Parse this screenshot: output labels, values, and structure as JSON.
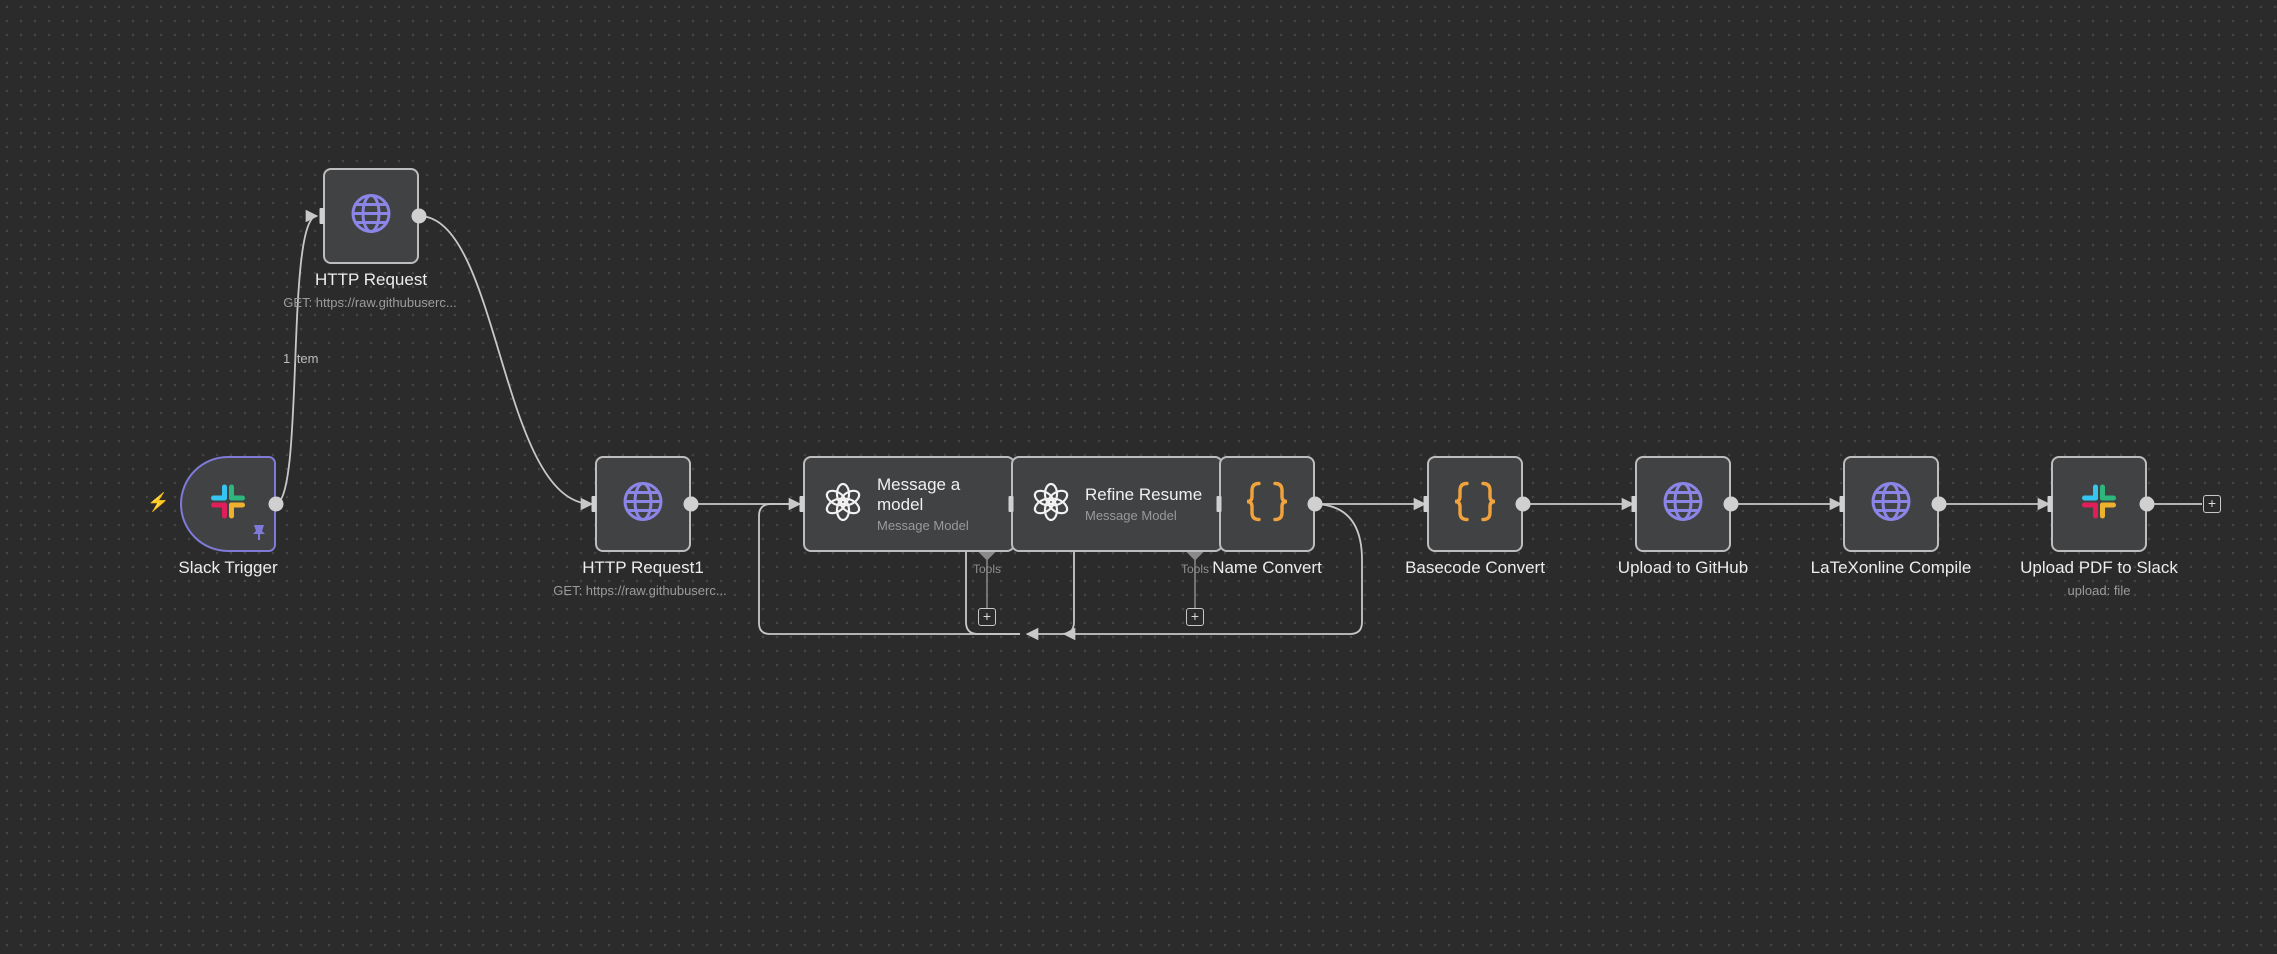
{
  "nodes": {
    "slack_trigger": {
      "name": "Slack Trigger"
    },
    "http_request": {
      "name": "HTTP Request",
      "subtitle": "GET: https://raw.githubuserc..."
    },
    "http_request1": {
      "name": "HTTP Request1",
      "subtitle": "GET: https://raw.githubuserc..."
    },
    "message_model": {
      "name": "Message a\nmodel",
      "subtitle": "Message Model",
      "tools_label": "Tools"
    },
    "refine_resume": {
      "name": "Refine Resume",
      "subtitle": "Message Model",
      "tools_label": "Tools"
    },
    "name_convert": {
      "name": "Name Convert"
    },
    "basecode_convert": {
      "name": "Basecode Convert"
    },
    "upload_github": {
      "name": "Upload to GitHub"
    },
    "latex_compile": {
      "name": "LaTeXonline Compile"
    },
    "upload_pdf_slack": {
      "name": "Upload PDF to Slack",
      "subtitle": "upload: file"
    }
  },
  "edges": {
    "trigger_to_http_label": "1 item"
  },
  "icons": {
    "globe": "globe-icon",
    "slack": "slack-icon",
    "openai": "openai-icon",
    "code": "curly-braces-icon",
    "trigger": "lightning-icon",
    "pin": "pin-icon",
    "add": "plus-icon"
  },
  "glyphs": {
    "plus": "+",
    "bolt": "⚡",
    "pin": "📌"
  },
  "colors": {
    "canvas": "#2b2b2b",
    "node_bg": "#414244",
    "node_border": "#bdbdbd",
    "trigger_border": "#7f7ad8",
    "globe": "#8b86e6",
    "code": "#f0a33c",
    "edge": "#c8c8c8"
  }
}
